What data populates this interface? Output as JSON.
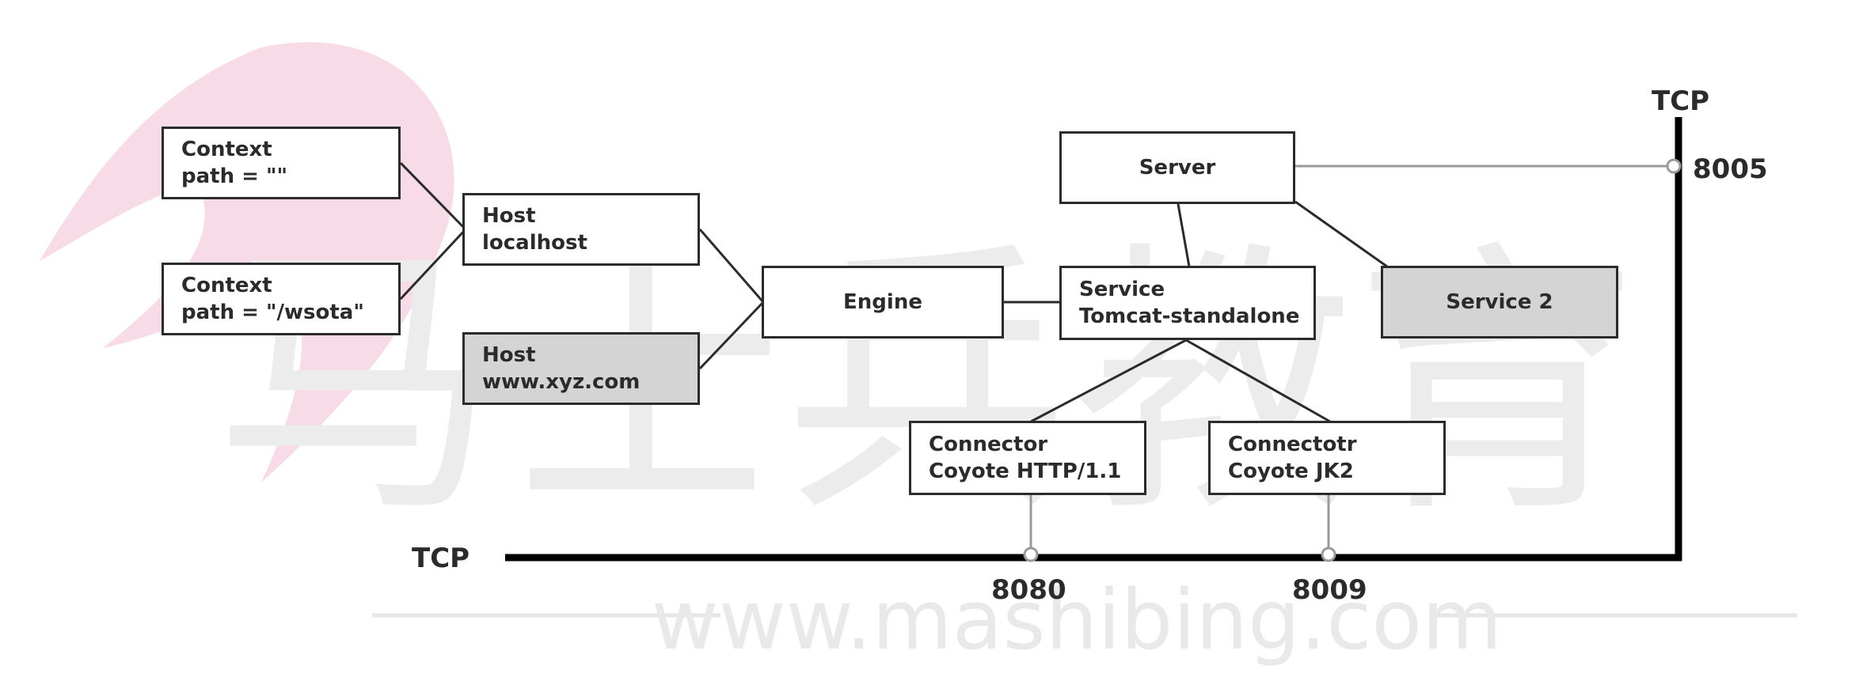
{
  "nodes": {
    "context_root": {
      "line1": "Context",
      "line2": "path = \"\""
    },
    "context_wsota": {
      "line1": "Context",
      "line2": "path = \"/wsota\""
    },
    "host_localhost": {
      "line1": "Host",
      "line2": "localhost"
    },
    "host_xyz": {
      "line1": "Host",
      "line2": "www.xyz.com"
    },
    "engine": {
      "label": "Engine"
    },
    "server": {
      "label": "Server"
    },
    "service": {
      "line1": "Service",
      "line2": "Tomcat-standalone"
    },
    "service2": {
      "label": "Service 2"
    },
    "connector_http": {
      "line1": "Connector",
      "line2": "Coyote HTTP/1.1"
    },
    "connector_jk2": {
      "line1": "Connectotr",
      "line2": "Coyote JK2"
    }
  },
  "labels": {
    "tcp_top": "TCP",
    "tcp_bottom": "TCP",
    "port_8005": "8005",
    "port_8080": "8080",
    "port_8009": "8009"
  },
  "watermark": {
    "chinese": "马士兵教育",
    "url": "www.mashibing.com"
  },
  "colors": {
    "stroke": "#2b2b2b",
    "box_gray": "#d4d4d4",
    "thin_line": "#9a9a9a",
    "watermark_text": "#e9e9e9",
    "watermark_logo": "#f7dbe6"
  }
}
